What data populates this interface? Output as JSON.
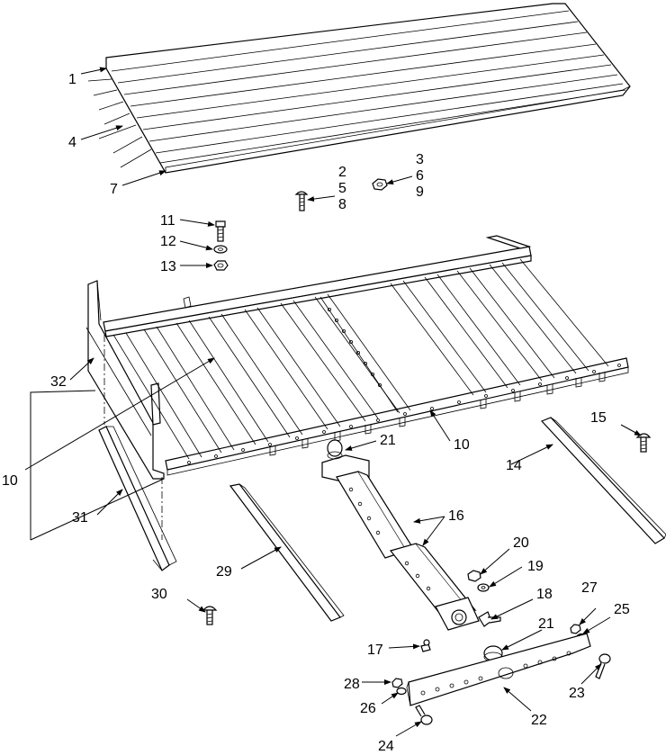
{
  "callouts": [
    "1",
    "4",
    "7",
    "2",
    "5",
    "8",
    "3",
    "6",
    "9",
    "11",
    "12",
    "13",
    "32",
    "10",
    "10",
    "31",
    "15",
    "14",
    "21",
    "16",
    "20",
    "19",
    "18",
    "29",
    "30",
    "21",
    "27",
    "25",
    "17",
    "28",
    "26",
    "22",
    "23",
    "24"
  ],
  "colors": {
    "line": "#000000",
    "background": "#ffffff"
  }
}
